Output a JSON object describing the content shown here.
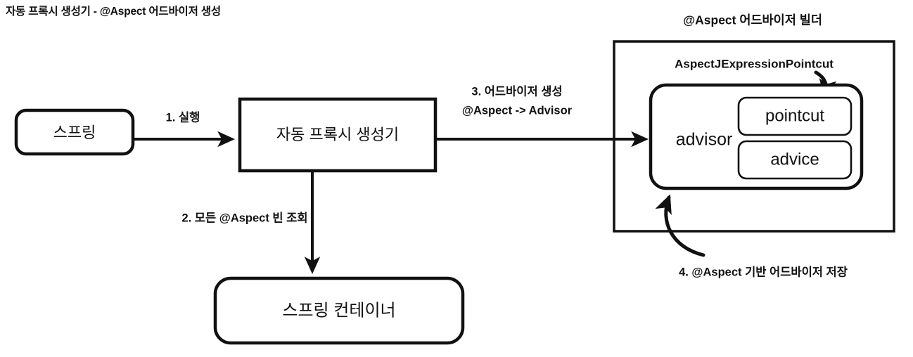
{
  "title": "자동 프록시 생성기 - @Aspect 어드바이저 생성",
  "builder": {
    "header": "@Aspect 어드바이저 빌더",
    "class_label": "AspectJExpressionPointcut",
    "advisor_label": "advisor",
    "pointcut_label": "pointcut",
    "advice_label": "advice"
  },
  "nodes": {
    "spring": "스프링",
    "auto_proxy_creator": "자동 프록시 생성기",
    "spring_container": "스프링 컨테이너"
  },
  "edges": {
    "step1": "1. 실행",
    "step2": "2. 모든 @Aspect 빈 조회",
    "step3_line1": "3. 어드바이저 생성",
    "step3_line2": "@Aspect -> Advisor",
    "step4": "4. @Aspect 기반 어드바이저 저장"
  },
  "colors": {
    "stroke": "#111111",
    "fill": "#ffffff",
    "background": "#ffffff"
  }
}
